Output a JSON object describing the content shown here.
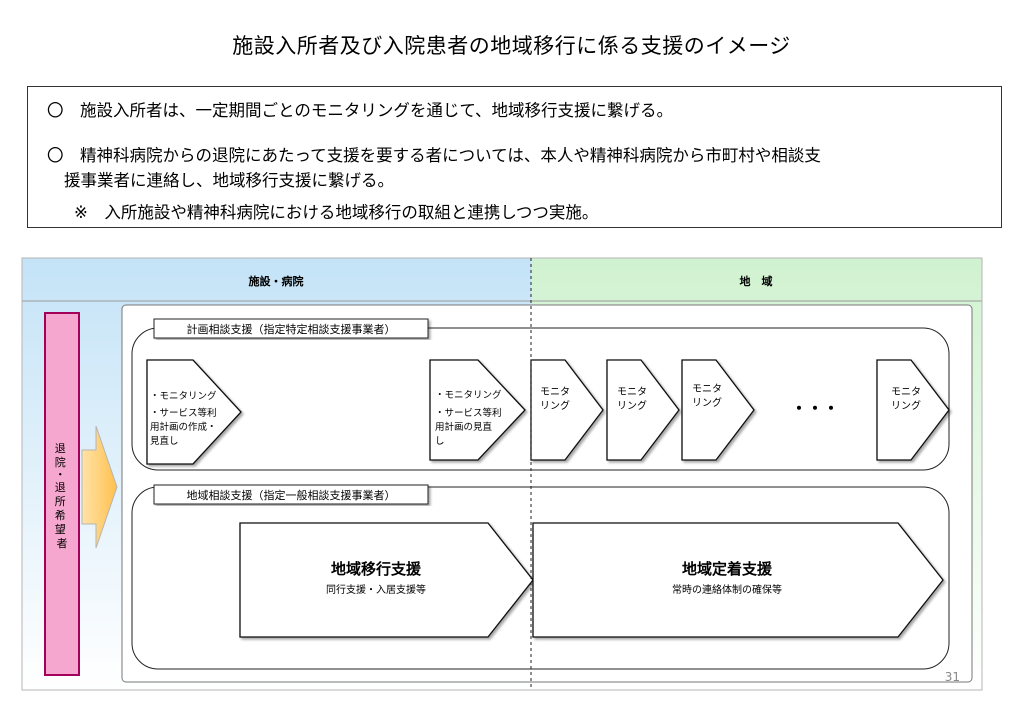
{
  "title": "施設入所者及び入院患者の地域移行に係る支援のイメージ",
  "summary": {
    "line1": "〇　施設入所者は、一定期間ごとのモニタリングを通じて、地域移行支援に繋げる。",
    "line2a": "〇　精神科病院からの退院にあたって支援を要する者については、本人や精神科病院から市町村や相談支",
    "line2b": "援事業者に連絡し、地域移行支援に繋げる。",
    "line3": "※　入所施設や精神科病院における地域移行の取組と連携しつつ実施。"
  },
  "diagram": {
    "header_left": "施設・病院",
    "header_right": "地　域",
    "target_label": "退院・退所希望者",
    "plan_support": {
      "label": "計画相談支援（指定特定相談支援事業者）",
      "arrow1": [
        "・モニタリング",
        "・サービス等利",
        "用計画の作成・",
        "見直し"
      ],
      "arrow2": [
        "・モニタリング",
        "・サービス等利",
        "用計画の見直",
        "し"
      ],
      "monitor": [
        "モニタ",
        "リング"
      ],
      "ellipsis": "・・・"
    },
    "regional_support": {
      "label": "地域相談支援（指定一般相談支援事業者）",
      "transition_title": "地域移行支援",
      "transition_sub": "同行支援・入居支援等",
      "settle_title": "地域定着支援",
      "settle_sub": "常時の連絡体制の確保等"
    },
    "page_number": "31"
  },
  "colors": {
    "header_left": "#cce6f7",
    "header_right": "#d6f5d6",
    "target_fill": "#f6a7cf",
    "target_border": "#a3005a",
    "arrow_fill": "#ffcb6b"
  }
}
